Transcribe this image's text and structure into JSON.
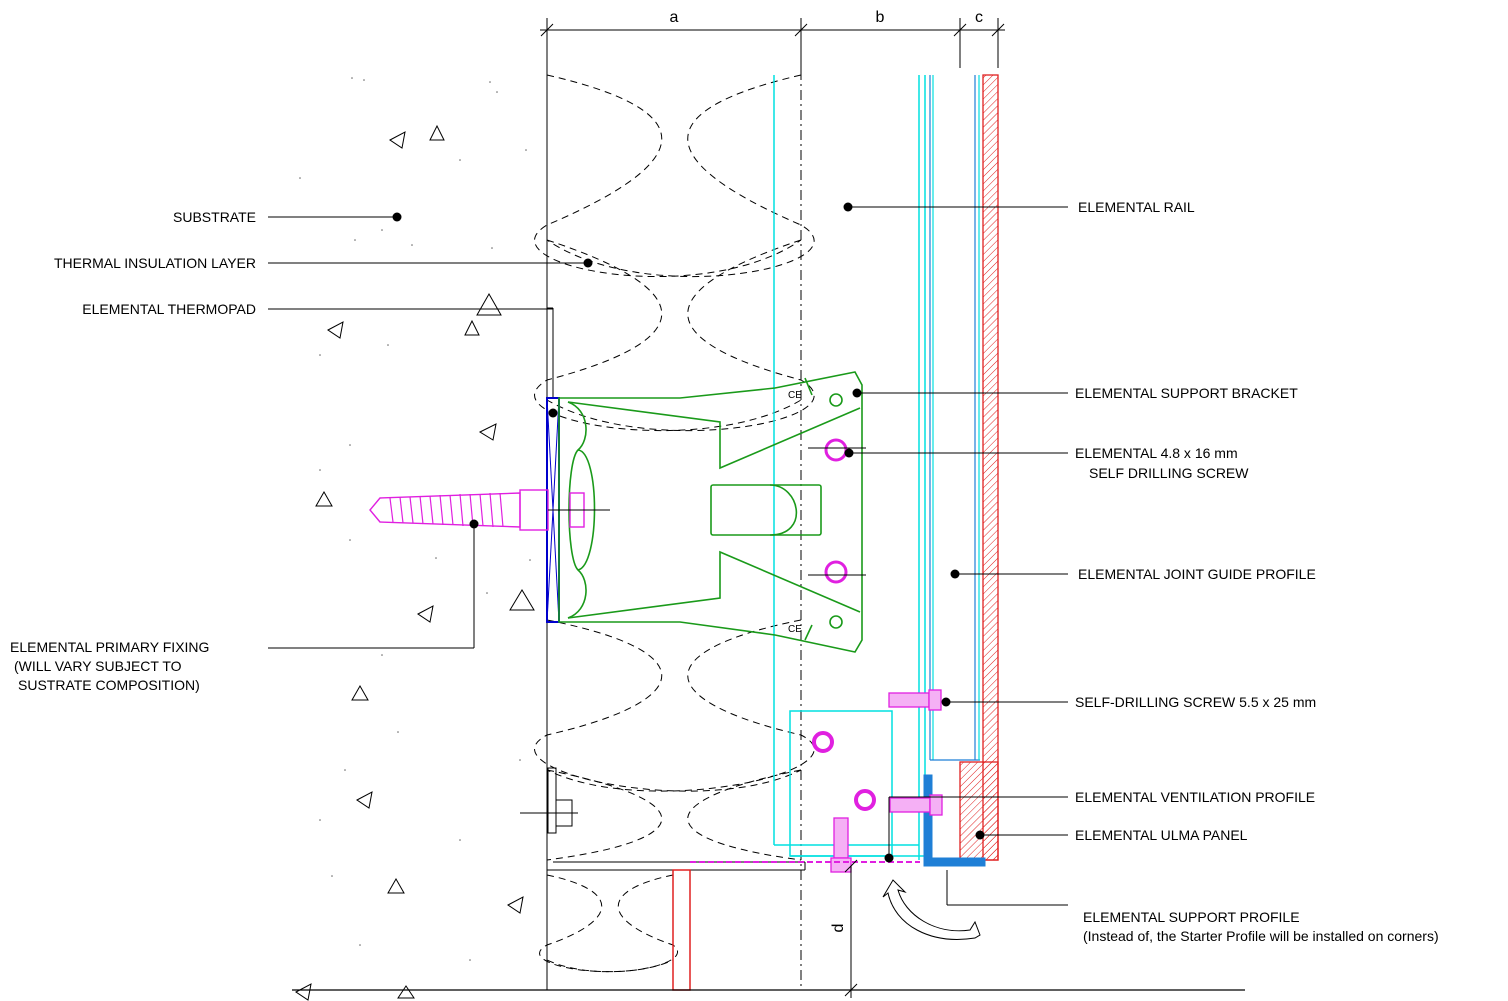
{
  "dimensions": {
    "a": "a",
    "b": "b",
    "c": "c",
    "d": "d"
  },
  "labels": {
    "substrate": "SUBSTRATE",
    "insulation": "THERMAL INSULATION LAYER",
    "thermopad": "ELEMENTAL THERMOPAD",
    "primary_fixing_1": "ELEMENTAL PRIMARY FIXING",
    "primary_fixing_2": "(WILL VARY SUBJECT TO",
    "primary_fixing_3": "SUSTRATE COMPOSITION)",
    "rail": "ELEMENTAL RAIL",
    "bracket": "ELEMENTAL SUPPORT BRACKET",
    "screw_small_1": "ELEMENTAL  4.8 x 16 mm",
    "screw_small_2": "SELF DRILLING SCREW",
    "joint_guide": "ELEMENTAL JOINT GUIDE PROFILE",
    "screw_large": "SELF-DRILLING SCREW 5.5 x 25 mm",
    "ventilation": "ELEMENTAL VENTILATION PROFILE",
    "panel": "ELEMENTAL ULMA PANEL",
    "support_profile_1": "ELEMENTAL SUPPORT PROFILE",
    "support_profile_2": "(Instead of, the Starter Profile will be installed on corners)"
  },
  "bracket_marks": {
    "ce": "CE"
  },
  "colors": {
    "bracket": "#1a9a1a",
    "screw": "#e020e0",
    "rail": "#00e0e0",
    "thermopad": "#0000cc",
    "panel": "#e02020",
    "support_profile": "#1f7fd6",
    "line": "#000000"
  }
}
